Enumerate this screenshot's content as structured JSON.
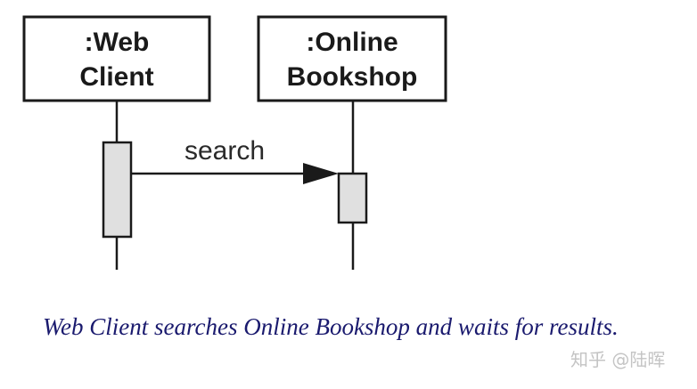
{
  "participants": [
    {
      "line1": ":Web",
      "line2": "Client"
    },
    {
      "line1": ":Online",
      "line2": "Bookshop"
    }
  ],
  "message": {
    "label": "search"
  },
  "caption": "Web Client searches Online Bookshop and waits for results.",
  "watermark": "知乎 @陆晖",
  "colors": {
    "line": "#1a1a1a",
    "activation_fill": "#e0e0e0",
    "caption": "#1a1a6e",
    "watermark": "#c4c4c4"
  }
}
